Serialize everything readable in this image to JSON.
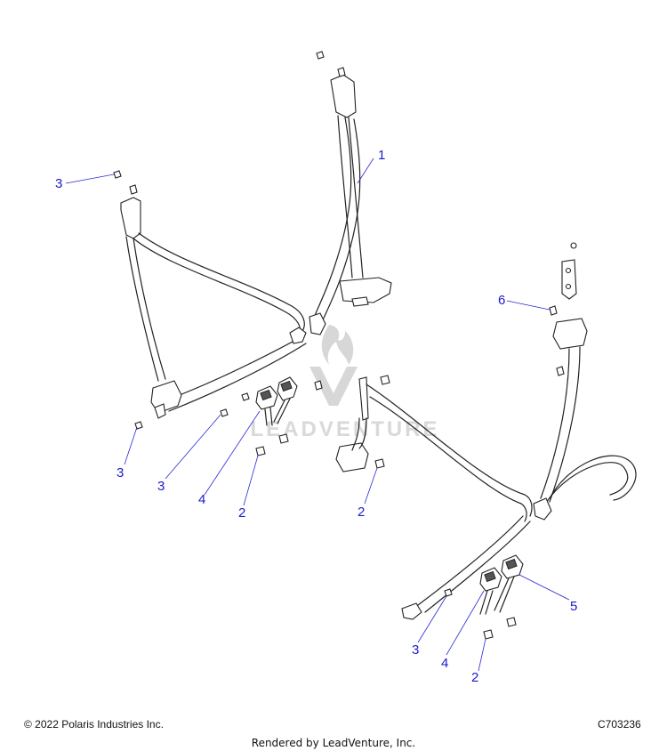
{
  "callouts": {
    "c1": "1",
    "c3_top": "3",
    "c6": "6",
    "c3_left": "3",
    "c3_mid": "3",
    "c4_left": "4",
    "c2_left": "2",
    "c2_center": "2",
    "c5": "5",
    "c3_right": "3",
    "c4_right": "4",
    "c2_right": "2"
  },
  "watermark": {
    "text": "LEADVENTURE"
  },
  "footer": {
    "copyright": "© 2022 Polaris Industries Inc.",
    "part_code": "C703236",
    "rendered_by": "Rendered by LeadVenture, Inc."
  },
  "colors": {
    "callout": "#1a1acc",
    "line": "#222222",
    "watermark": "#d7d7d7"
  }
}
